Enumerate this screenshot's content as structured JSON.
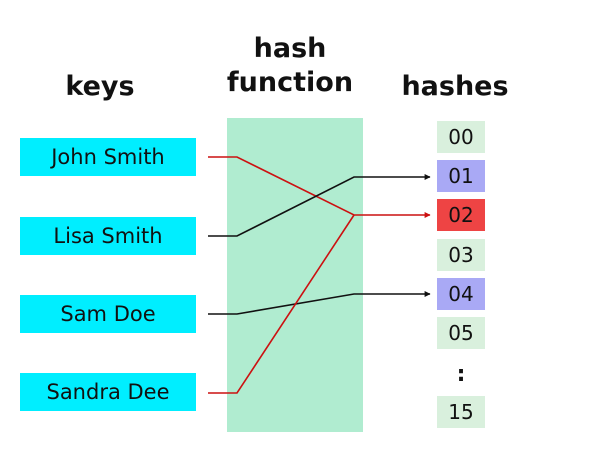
{
  "headings": {
    "keys": "keys",
    "function_line1": "hash",
    "function_line2": "function",
    "hashes": "hashes"
  },
  "keys": [
    "John Smith",
    "Lisa Smith",
    "Sam Doe",
    "Sandra Dee"
  ],
  "slots": [
    "00",
    "01",
    "02",
    "03",
    "04",
    "05",
    "15"
  ],
  "ellipsis": ":",
  "mappings": [
    {
      "key": "John Smith",
      "slot": "02",
      "color": "#cc1111"
    },
    {
      "key": "Lisa Smith",
      "slot": "01",
      "color": "#111111"
    },
    {
      "key": "Sam Doe",
      "slot": "04",
      "color": "#111111"
    },
    {
      "key": "Sandra Dee",
      "slot": "02",
      "color": "#cc1111"
    }
  ],
  "colors": {
    "key_fill": "#00eeff",
    "function_fill": "#b0ecd0",
    "slot_fill": "#d9f0dd",
    "slot_single": "#a9a9f5",
    "slot_collision": "#ee4444"
  },
  "slot_states": {
    "00": "empty",
    "01": "single",
    "02": "collision",
    "03": "empty",
    "04": "single",
    "05": "empty",
    "15": "empty"
  }
}
